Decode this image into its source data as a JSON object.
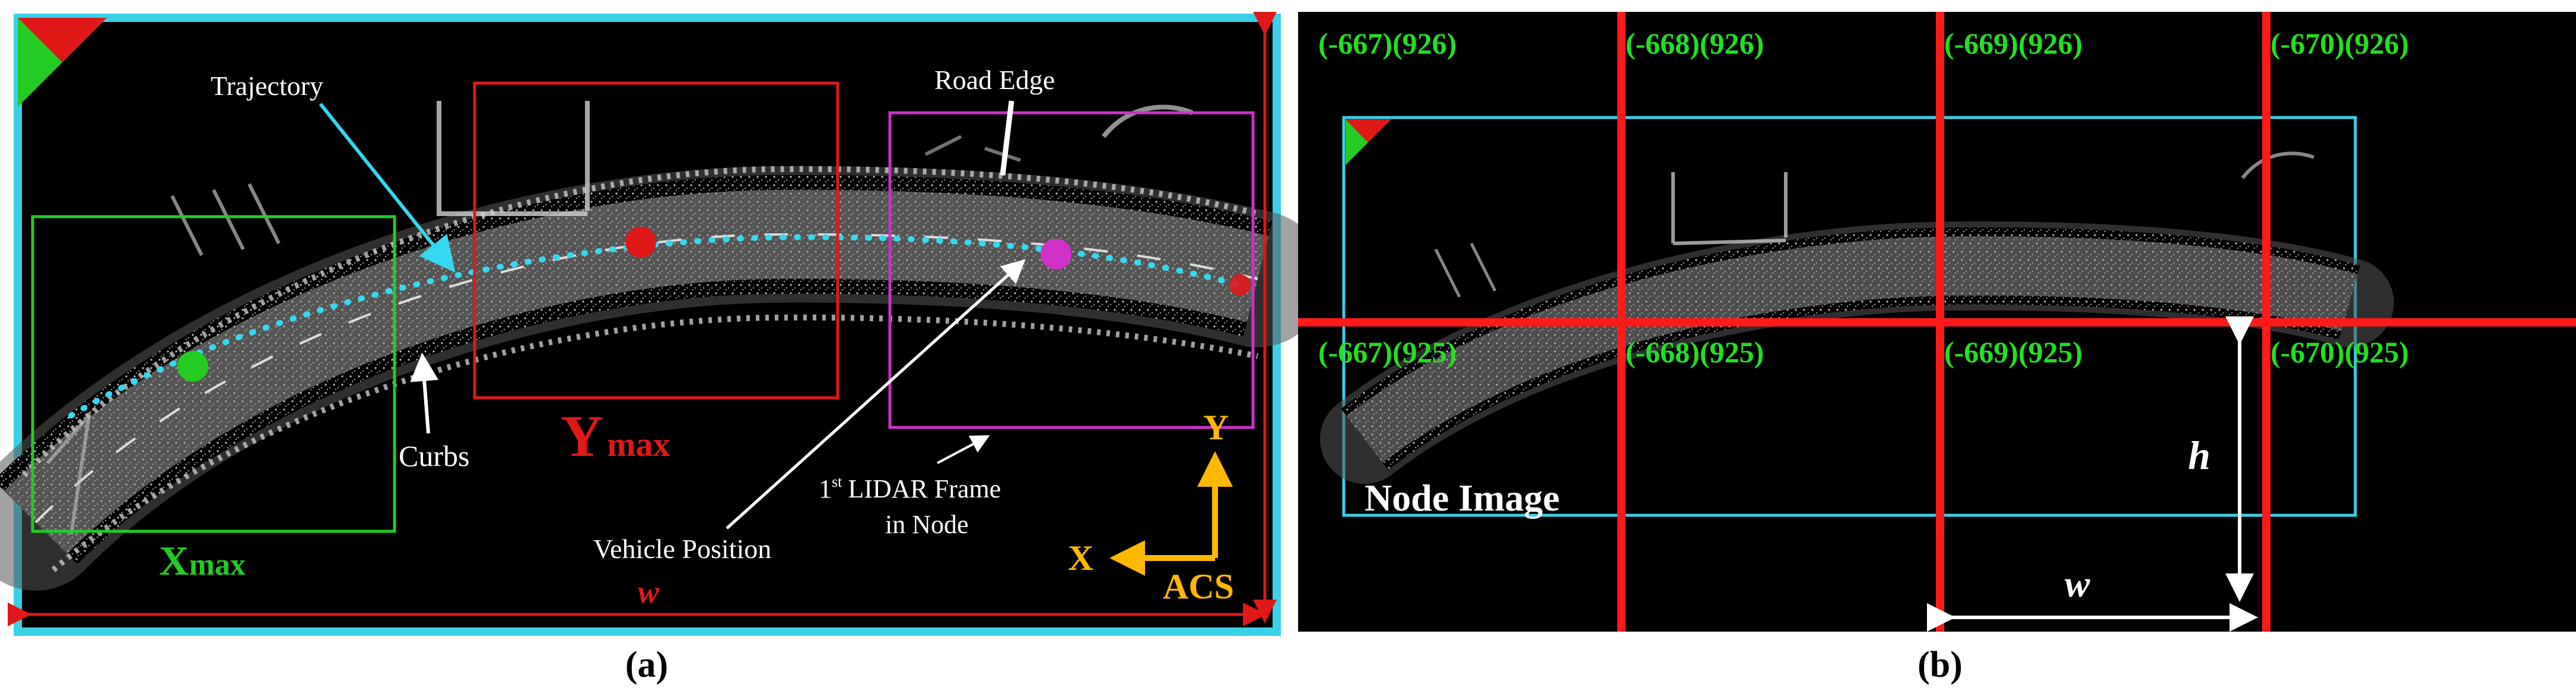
{
  "panel_a": {
    "caption": "(a)",
    "labels": {
      "trajectory": "Trajectory",
      "road_edge": "Road Edge",
      "curbs": "Curbs",
      "ymax_main": "Y",
      "ymax_sub": "max",
      "xmax_main": "X",
      "xmax_sub": "max",
      "w": "w",
      "lidar_line1": "LIDAR Frame",
      "lidar_prefix": "1",
      "lidar_sup": "st",
      "lidar_line2": "in Node",
      "vehicle_position": "Vehicle Position",
      "axis_y": "Y",
      "axis_x": "X",
      "acs": "ACS"
    },
    "colors": {
      "frame": "#3ad0e8",
      "xmax_box": "#22cc22",
      "ymax_box": "#e01818",
      "lidar_box": "#d030c8",
      "trajectory": "#35d8f0",
      "acs": "#ffb800",
      "w_arrow": "#e01818"
    }
  },
  "panel_b": {
    "caption": "(b)",
    "grid_labels_top": [
      "(-667)(926)",
      "(-668)(926)",
      "(-669)(926)",
      "(-670)(926)"
    ],
    "grid_labels_bottom": [
      "(-667)(925)",
      "(-668)(925)",
      "(-669)(925)",
      "(-670)(925)"
    ],
    "node_image_label": "Node Image",
    "h_label": "h",
    "w_label": "w",
    "colors": {
      "grid": "#ff1a1a",
      "label": "#22e022",
      "node_box": "#3ad0e8"
    }
  }
}
